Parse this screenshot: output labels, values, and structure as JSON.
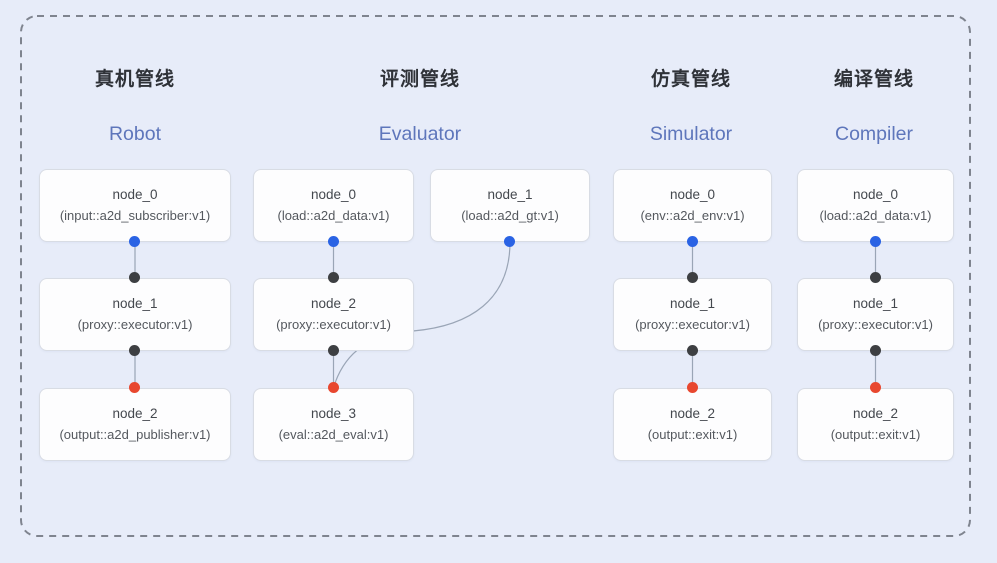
{
  "diagram": {
    "pipelines": [
      {
        "id": "robot",
        "title_zh": "真机管线",
        "title_en": "Robot",
        "nodes": [
          {
            "name": "node_0",
            "type": "(input::a2d_subscriber:v1)"
          },
          {
            "name": "node_1",
            "type": "(proxy::executor:v1)"
          },
          {
            "name": "node_2",
            "type": "(output::a2d_publisher:v1)"
          }
        ]
      },
      {
        "id": "evaluator",
        "title_zh": "评测管线",
        "title_en": "Evaluator",
        "nodes": [
          {
            "name": "node_0",
            "type": "(load::a2d_data:v1)"
          },
          {
            "name": "node_1",
            "type": "(load::a2d_gt:v1)"
          },
          {
            "name": "node_2",
            "type": "(proxy::executor:v1)"
          },
          {
            "name": "node_3",
            "type": "(eval::a2d_eval:v1)"
          }
        ]
      },
      {
        "id": "simulator",
        "title_zh": "仿真管线",
        "title_en": "Simulator",
        "nodes": [
          {
            "name": "node_0",
            "type": "(env::a2d_env:v1)"
          },
          {
            "name": "node_1",
            "type": "(proxy::executor:v1)"
          },
          {
            "name": "node_2",
            "type": "(output::exit:v1)"
          }
        ]
      },
      {
        "id": "compiler",
        "title_zh": "编译管线",
        "title_en": "Compiler",
        "nodes": [
          {
            "name": "node_0",
            "type": "(load::a2d_data:v1)"
          },
          {
            "name": "node_1",
            "type": "(proxy::executor:v1)"
          },
          {
            "name": "node_2",
            "type": "(output::exit:v1)"
          }
        ]
      }
    ],
    "colors": {
      "background": "#e7ecf9",
      "dashed_border": "#7f848f",
      "english_title_accent": "#5e76bb",
      "output_port_blue": "#2a63e4",
      "passthrough_port_black": "#3d3f42",
      "input_port_red": "#e8472f",
      "edge_gray": "#9aa5b6"
    }
  }
}
